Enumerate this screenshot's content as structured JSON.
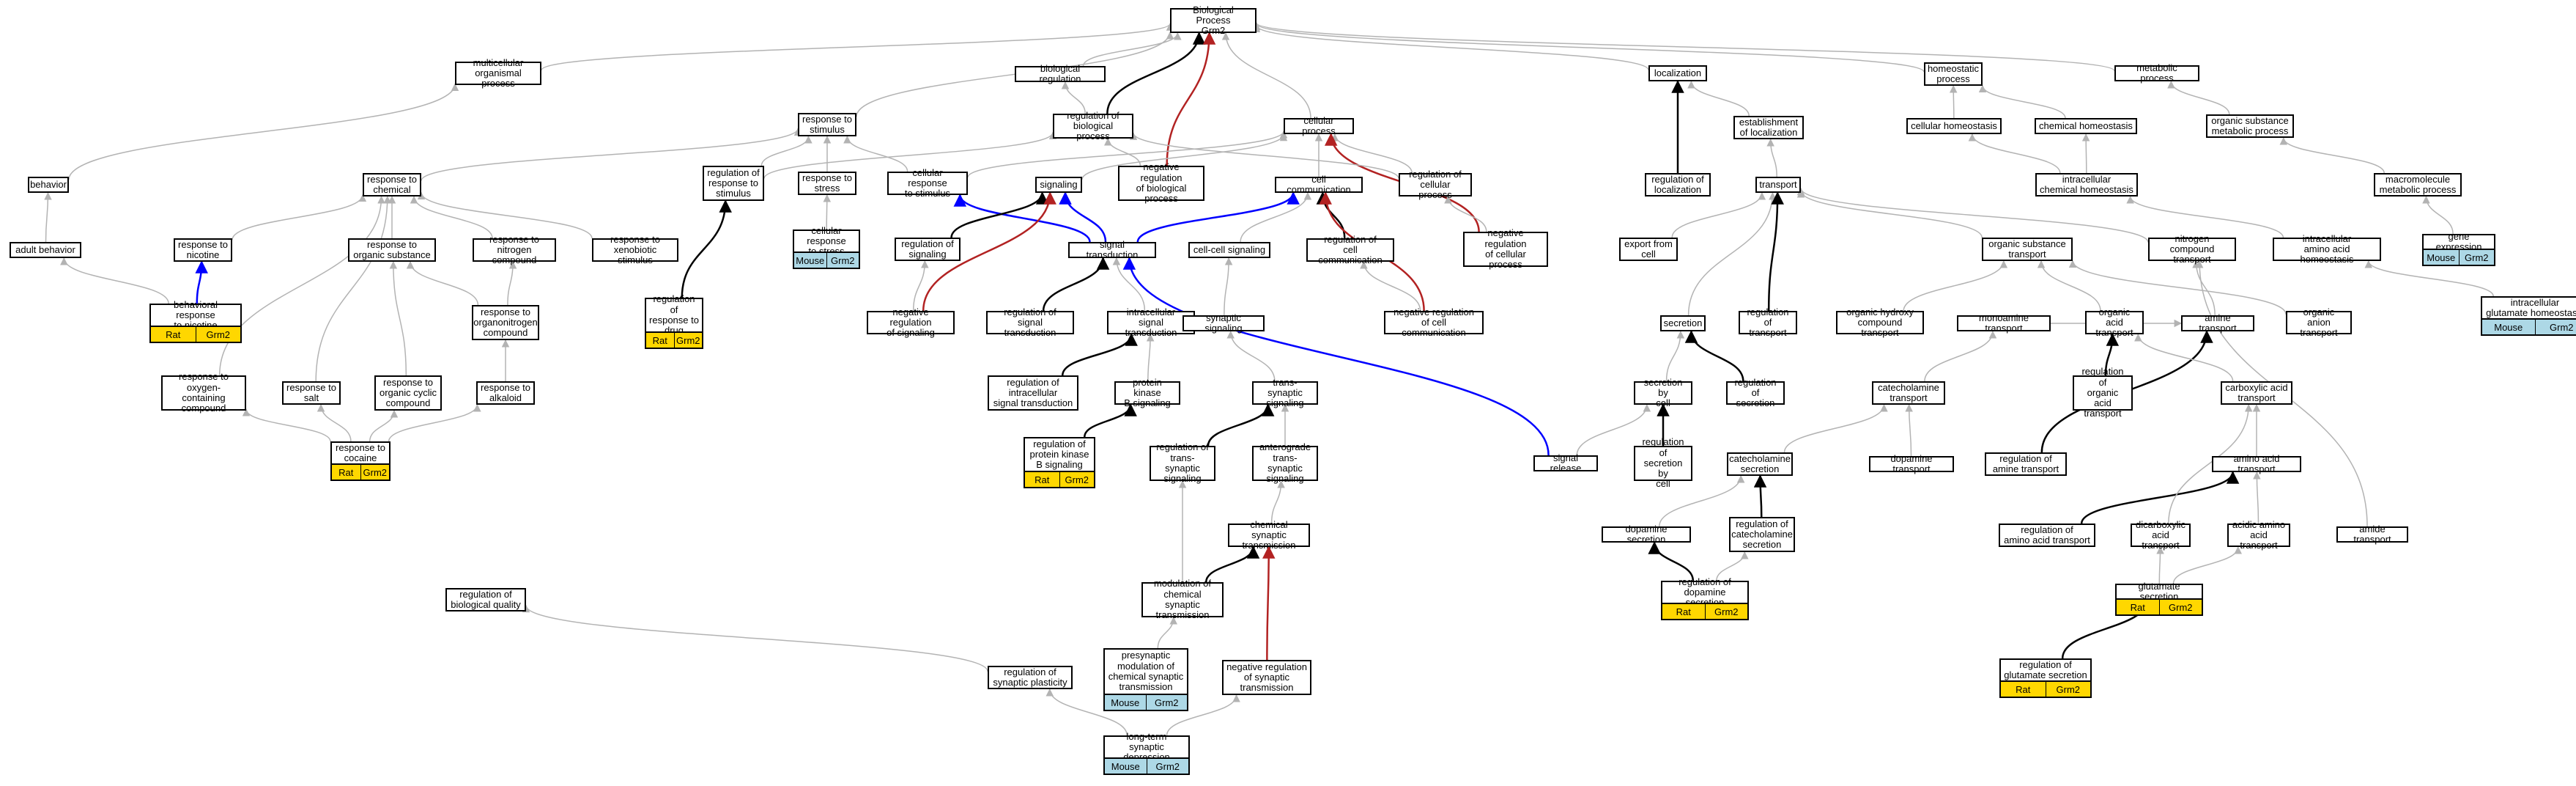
{
  "colors": {
    "default_edge": "#b3b3b3",
    "is_a_bold": "#000000",
    "positive": "#0000ff",
    "negative": "#b22222",
    "rat": "#ffd700",
    "mouse": "#add8e6"
  },
  "nodes": {
    "bp": "Biological Process\nGrm2",
    "multicell": "multicellular\norganismal process",
    "bioreg": "biological regulation",
    "localization": "localization",
    "homeostatic": "homeostatic\nprocess",
    "metabolic": "metabolic process",
    "resp_stim": "response to\nstimulus",
    "reg_bio": "regulation of\nbiological process",
    "cell_proc": "cellular process",
    "estab_loc": "establishment\nof localization",
    "cell_homeo": "cellular homeostasis",
    "chem_homeo": "chemical homeostasis",
    "org_sub_met": "organic substance\nmetabolic process",
    "behavior": "behavior",
    "resp_chem": "response to\nchemical",
    "reg_resp_stim": "regulation of\nresponse to\nstimulus",
    "resp_stress": "response to\nstress",
    "cell_resp_stim": "cellular response\nto stimulus",
    "signaling": "signaling",
    "neg_reg_bio": "negative regulation\nof biological\nprocess",
    "cell_comm": "cell communication",
    "reg_cell_proc": "regulation of\ncellular process",
    "reg_loc": "regulation of\nlocalization",
    "transport": "transport",
    "intra_chem_homeo": "intracellular\nchemical homeostasis",
    "macromol": "macromolecule\nmetabolic process",
    "adult_behavior": "adult behavior",
    "resp_nicotine": "response to\nnicotine",
    "resp_org_sub": "response to\norganic substance",
    "resp_nitrogen": "response to\nnitrogen compound",
    "resp_xeno": "response to\nxenobiotic stimulus",
    "cell_resp_stress": "cellular response\nto stress",
    "reg_signaling": "regulation of\nsignaling",
    "sig_trans": "signal transduction",
    "cell_cell_sig": "cell-cell signaling",
    "reg_cell_comm": "regulation of\ncell communication",
    "neg_reg_cell_proc": "negative regulation\nof cellular\nprocess",
    "export_cell": "export from\ncell",
    "org_sub_trans": "organic substance\ntransport",
    "nitrogen_trans": "nitrogen compound\ntransport",
    "intra_aa_homeo": "intracellular\namino acid homeostasis",
    "gene_expr": "gene expression",
    "beh_resp_nicotine": "behavioral response\nto nicotine",
    "resp_organonitrogen": "response to\norganonitrogen\ncompound",
    "reg_resp_drug": "regulation of\nresponse to\ndrug",
    "neg_reg_signaling": "negative regulation\nof signaling",
    "reg_sig_trans": "regulation of\nsignal transduction",
    "intra_sig_trans": "intracellular\nsignal transduction",
    "synaptic_sig": "synaptic signaling",
    "neg_reg_cell_comm": "negative regulation\nof cell communication",
    "secretion": "secretion",
    "reg_transport": "regulation of\ntransport",
    "org_hydroxy": "organic hydroxy\ncompound transport",
    "monoamine": "monoamine transport",
    "org_acid": "organic acid\ntransport",
    "amine_trans": "amine transport",
    "org_anion": "organic anion\ntransport",
    "intra_glu_homeo": "intracellular\nglutamate homeostasis",
    "resp_oxy": "response to\noxygen-containing\ncompound",
    "resp_salt": "response to\nsalt",
    "resp_org_cyclic": "response to\norganic cyclic\ncompound",
    "resp_alkaloid": "response to\nalkaloid",
    "reg_intra_sig": "regulation of\nintracellular\nsignal transduction",
    "pkb": "protein kinase\nB signaling",
    "trans_syn": "trans-synaptic\nsignaling",
    "sec_by_cell": "secretion by\ncell",
    "reg_secretion": "regulation of\nsecretion",
    "catechol_trans": "catecholamine\ntransport",
    "reg_org_acid": "regulation of\norganic acid\ntransport",
    "carboxylic": "carboxylic acid\ntransport",
    "resp_cocaine": "response to\ncocaine",
    "reg_pkb": "regulation of\nprotein kinase\nB signaling",
    "reg_trans_syn": "regulation of\ntrans-synaptic\nsignaling",
    "anterograde": "anterograde\ntrans-synaptic\nsignaling",
    "signal_release": "signal release",
    "reg_sec_by_cell": "regulation of\nsecretion by\ncell",
    "catechol_sec": "catecholamine\nsecretion",
    "dopamine_trans": "dopamine transport",
    "reg_amine": "regulation of\namine transport",
    "aa_trans": "amino acid transport",
    "chem_syn": "chemical synaptic\ntransmission",
    "dopamine_sec": "dopamine secretion",
    "reg_catechol_sec": "regulation of\ncatecholamine\nsecretion",
    "reg_aa_trans": "regulation of\namino acid transport",
    "dicarboxylic": "dicarboxylic\nacid transport",
    "acidic_aa": "acidic amino\nacid transport",
    "amide_trans": "amide transport",
    "reg_bio_quality": "regulation of\nbiological quality",
    "mod_chem_syn": "modulation of\nchemical synaptic\ntransmission",
    "reg_dopamine_sec": "regulation of\ndopamine secretion",
    "glu_sec": "glutamate secretion",
    "reg_syn_plast": "regulation of\nsynaptic plasticity",
    "presyn_mod": "presynaptic\nmodulation of\nchemical synaptic\ntransmission",
    "neg_reg_syn": "negative regulation\nof synaptic\ntransmission",
    "reg_glu_sec": "regulation of\nglutamate secretion",
    "ltd": "long-term synaptic\ndepression"
  },
  "annotations": {
    "cell_resp_stress": [
      "Mouse",
      "Grm2"
    ],
    "gene_expr": [
      "Mouse",
      "Grm2"
    ],
    "intra_glu_homeo": [
      "Mouse",
      "Grm2"
    ],
    "beh_resp_nicotine": [
      "Rat",
      "Grm2"
    ],
    "reg_resp_drug": [
      "Rat",
      "Grm2"
    ],
    "resp_cocaine": [
      "Rat",
      "Grm2"
    ],
    "reg_pkb": [
      "Rat",
      "Grm2"
    ],
    "reg_dopamine_sec": [
      "Rat",
      "Grm2"
    ],
    "glu_sec": [
      "Rat",
      "Grm2"
    ],
    "presyn_mod": [
      "Mouse",
      "Grm2"
    ],
    "reg_glu_sec": [
      "Rat",
      "Grm2"
    ],
    "ltd": [
      "Mouse",
      "Grm2"
    ]
  },
  "edges": [
    [
      "multicell",
      "bp",
      "g"
    ],
    [
      "bioreg",
      "bp",
      "g"
    ],
    [
      "localization",
      "bp",
      "g"
    ],
    [
      "homeostatic",
      "bp",
      "g"
    ],
    [
      "metabolic",
      "bp",
      "g"
    ],
    [
      "cell_proc",
      "bp",
      "g"
    ],
    [
      "resp_stim",
      "bp",
      "g"
    ],
    [
      "reg_bio",
      "bp",
      "k"
    ],
    [
      "neg_reg_bio",
      "bp",
      "r"
    ],
    [
      "reg_bio",
      "bioreg",
      "g"
    ],
    [
      "resp_chem",
      "resp_stim",
      "g"
    ],
    [
      "reg_resp_stim",
      "resp_stim",
      "g"
    ],
    [
      "resp_stress",
      "resp_stim",
      "g"
    ],
    [
      "cell_resp_stim",
      "resp_stim",
      "g"
    ],
    [
      "cell_resp_stim",
      "cell_proc",
      "g"
    ],
    [
      "signaling",
      "cell_proc",
      "g"
    ],
    [
      "cell_comm",
      "cell_proc",
      "g"
    ],
    [
      "reg_cell_proc",
      "cell_proc",
      "g"
    ],
    [
      "neg_reg_cell_proc",
      "cell_proc",
      "r"
    ],
    [
      "reg_cell_proc",
      "reg_bio",
      "g"
    ],
    [
      "neg_reg_bio",
      "reg_bio",
      "g"
    ],
    [
      "reg_resp_stim",
      "reg_bio",
      "g"
    ],
    [
      "estab_loc",
      "localization",
      "g"
    ],
    [
      "reg_loc",
      "localization",
      "k"
    ],
    [
      "cell_homeo",
      "homeostatic",
      "g"
    ],
    [
      "chem_homeo",
      "homeostatic",
      "g"
    ],
    [
      "org_sub_met",
      "metabolic",
      "g"
    ],
    [
      "intra_chem_homeo",
      "cell_homeo",
      "g"
    ],
    [
      "intra_chem_homeo",
      "chem_homeo",
      "g"
    ],
    [
      "macromol",
      "org_sub_met",
      "g"
    ],
    [
      "gene_expr",
      "macromol",
      "g"
    ],
    [
      "transport",
      "estab_loc",
      "g"
    ],
    [
      "behavior",
      "multicell",
      "g"
    ],
    [
      "adult_behavior",
      "behavior",
      "g"
    ],
    [
      "resp_nicotine",
      "resp_chem",
      "g"
    ],
    [
      "resp_org_sub",
      "resp_chem",
      "g"
    ],
    [
      "resp_nitrogen",
      "resp_chem",
      "g"
    ],
    [
      "resp_xeno",
      "resp_chem",
      "g"
    ],
    [
      "beh_resp_nicotine",
      "resp_nicotine",
      "b"
    ],
    [
      "beh_resp_nicotine",
      "adult_behavior",
      "g"
    ],
    [
      "resp_organonitrogen",
      "resp_org_sub",
      "g"
    ],
    [
      "resp_organonitrogen",
      "resp_nitrogen",
      "g"
    ],
    [
      "reg_resp_drug",
      "reg_resp_stim",
      "k"
    ],
    [
      "cell_resp_stress",
      "resp_stress",
      "g"
    ],
    [
      "sig_trans",
      "signaling",
      "b"
    ],
    [
      "sig_trans",
      "cell_resp_stim",
      "b"
    ],
    [
      "sig_trans",
      "cell_comm",
      "b"
    ],
    [
      "reg_signaling",
      "signaling",
      "k"
    ],
    [
      "neg_reg_signaling",
      "signaling",
      "r"
    ],
    [
      "neg_reg_signaling",
      "reg_signaling",
      "g"
    ],
    [
      "reg_sig_trans",
      "sig_trans",
      "k"
    ],
    [
      "intra_sig_trans",
      "sig_trans",
      "g"
    ],
    [
      "reg_cell_comm",
      "cell_comm",
      "k"
    ],
    [
      "neg_reg_cell_comm",
      "cell_comm",
      "r"
    ],
    [
      "neg_reg_cell_comm",
      "reg_cell_comm",
      "g"
    ],
    [
      "cell_cell_sig",
      "cell_comm",
      "g"
    ],
    [
      "synaptic_sig",
      "cell_cell_sig",
      "g"
    ],
    [
      "trans_syn",
      "synaptic_sig",
      "g"
    ],
    [
      "reg_intra_sig",
      "intra_sig_trans",
      "k"
    ],
    [
      "reg_pkb",
      "pkb",
      "k"
    ],
    [
      "pkb",
      "intra_sig_trans",
      "g"
    ],
    [
      "reg_trans_syn",
      "trans_syn",
      "k"
    ],
    [
      "anterograde",
      "trans_syn",
      "g"
    ],
    [
      "chem_syn",
      "anterograde",
      "g"
    ],
    [
      "mod_chem_syn",
      "chem_syn",
      "k"
    ],
    [
      "neg_reg_syn",
      "chem_syn",
      "r"
    ],
    [
      "mod_chem_syn",
      "reg_trans_syn",
      "g"
    ],
    [
      "presyn_mod",
      "mod_chem_syn",
      "g"
    ],
    [
      "ltd",
      "reg_syn_plast",
      "g"
    ],
    [
      "ltd",
      "neg_reg_syn",
      "g"
    ],
    [
      "reg_syn_plast",
      "reg_bio_quality",
      "g"
    ],
    [
      "signal_release",
      "sig_trans",
      "b"
    ],
    [
      "export_cell",
      "transport",
      "g"
    ],
    [
      "secretion",
      "transport",
      "g"
    ],
    [
      "reg_transport",
      "transport",
      "k"
    ],
    [
      "sec_by_cell",
      "secretion",
      "g"
    ],
    [
      "reg_secretion",
      "secretion",
      "k"
    ],
    [
      "reg_sec_by_cell",
      "sec_by_cell",
      "k"
    ],
    [
      "signal_release",
      "sec_by_cell",
      "g"
    ],
    [
      "org_sub_trans",
      "transport",
      "g"
    ],
    [
      "nitrogen_trans",
      "transport",
      "g"
    ],
    [
      "org_acid",
      "org_sub_trans",
      "g"
    ],
    [
      "amine_trans",
      "nitrogen_trans",
      "g"
    ],
    [
      "monoamine",
      "amine_trans",
      "g"
    ],
    [
      "reg_org_acid",
      "org_acid",
      "k"
    ],
    [
      "reg_amine",
      "amine_trans",
      "k"
    ],
    [
      "carboxylic",
      "org_acid",
      "g"
    ],
    [
      "aa_trans",
      "carboxylic",
      "g"
    ],
    [
      "reg_aa_trans",
      "aa_trans",
      "k"
    ],
    [
      "dicarboxylic",
      "carboxylic",
      "g"
    ],
    [
      "acidic_aa",
      "aa_trans",
      "g"
    ],
    [
      "glu_sec",
      "acidic_aa",
      "g"
    ],
    [
      "glu_sec",
      "dicarboxylic",
      "g"
    ],
    [
      "reg_glu_sec",
      "glu_sec",
      "k"
    ],
    [
      "catechol_trans",
      "monoamine",
      "g"
    ],
    [
      "dopamine_trans",
      "catechol_trans",
      "g"
    ],
    [
      "catechol_sec",
      "catechol_trans",
      "g"
    ],
    [
      "reg_catechol_sec",
      "catechol_sec",
      "k"
    ],
    [
      "dopamine_sec",
      "catechol_sec",
      "g"
    ],
    [
      "reg_dopamine_sec",
      "dopamine_sec",
      "k"
    ],
    [
      "reg_dopamine_sec",
      "reg_catechol_sec",
      "g"
    ],
    [
      "resp_oxy",
      "resp_chem",
      "g"
    ],
    [
      "resp_salt",
      "resp_chem",
      "g"
    ],
    [
      "resp_org_cyclic",
      "resp_org_sub",
      "g"
    ],
    [
      "resp_alkaloid",
      "resp_organonitrogen",
      "g"
    ],
    [
      "resp_cocaine",
      "resp_alkaloid",
      "g"
    ],
    [
      "resp_cocaine",
      "resp_salt",
      "g"
    ],
    [
      "resp_cocaine",
      "resp_org_cyclic",
      "g"
    ],
    [
      "resp_cocaine",
      "resp_oxy",
      "g"
    ],
    [
      "intra_glu_homeo",
      "intra_aa_homeo",
      "g"
    ],
    [
      "intra_aa_homeo",
      "intra_chem_homeo",
      "g"
    ],
    [
      "org_hydroxy",
      "org_sub_trans",
      "g"
    ],
    [
      "org_anion",
      "org_sub_trans",
      "g"
    ],
    [
      "amide_trans",
      "nitrogen_trans",
      "g"
    ],
    [
      "neg_reg_cell_proc",
      "reg_cell_proc",
      "g"
    ]
  ]
}
